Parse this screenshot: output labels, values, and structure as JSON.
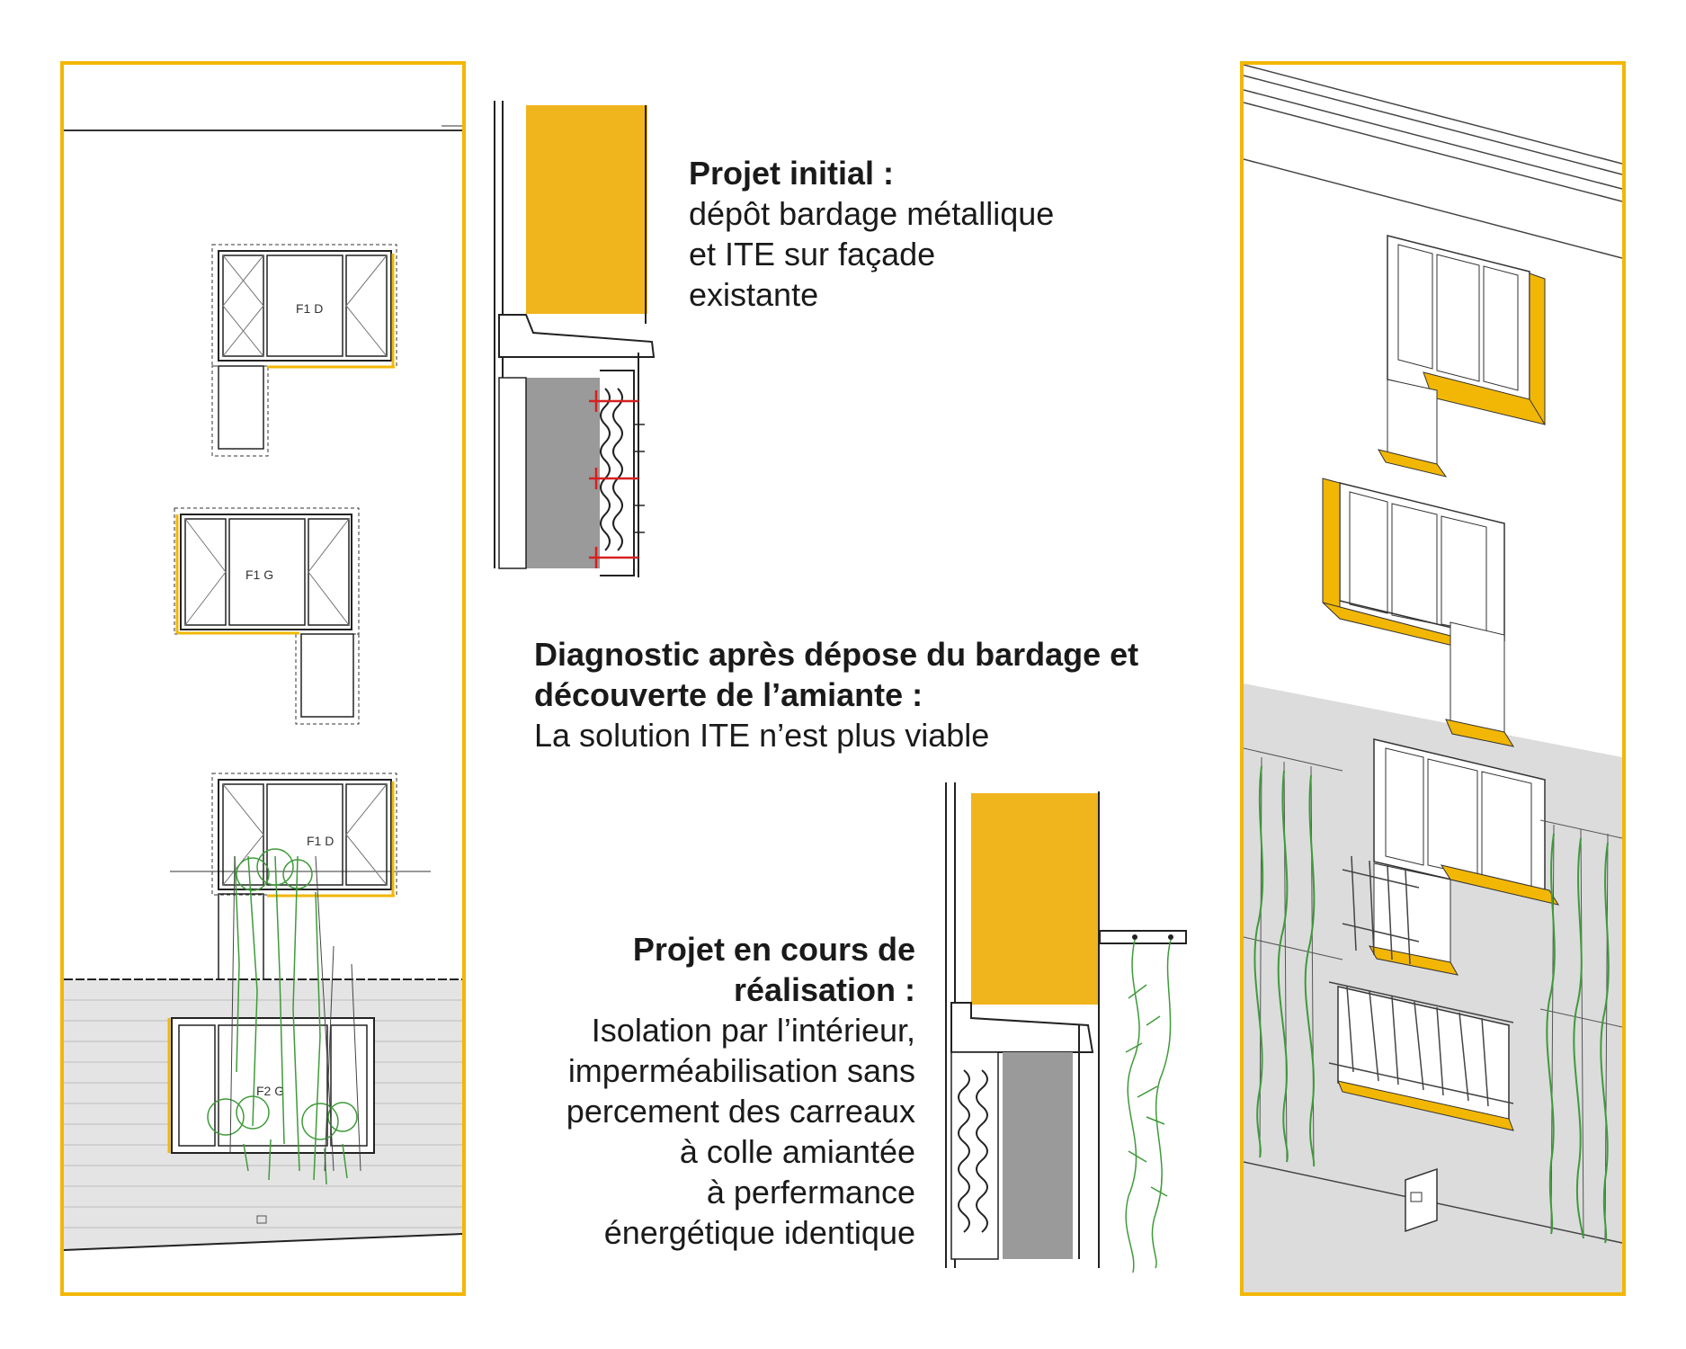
{
  "blocks": {
    "initial": {
      "title": "Projet initial :",
      "lines": [
        "dépôt bardage métallique",
        "et ITE sur façade",
        "existante"
      ]
    },
    "diagnostic": {
      "title_lines": [
        "Diagnostic après dépose du bardage et",
        "découverte de l’amiante :"
      ],
      "lines": [
        "La solution ITE n’est plus viable"
      ]
    },
    "current": {
      "title_lines": [
        "Projet en cours de",
        "réalisation :"
      ],
      "lines": [
        "Isolation par l’intérieur,",
        "imperméabilisation sans",
        "percement des carreaux",
        "à colle amiantée",
        "à perfermance",
        "énergétique identique"
      ]
    }
  },
  "elevation": {
    "window_labels": [
      "F1 D",
      "F1 G",
      "F1 D",
      "F2 G"
    ]
  },
  "colors": {
    "accent": "#f2b705",
    "insulation": "#f0b41c",
    "wall_grey": "#9a9a9a",
    "plant_green": "#3f9a3a",
    "brick_bg": "#e4e4e4",
    "right_wall_grey": "#dcdcdc"
  }
}
